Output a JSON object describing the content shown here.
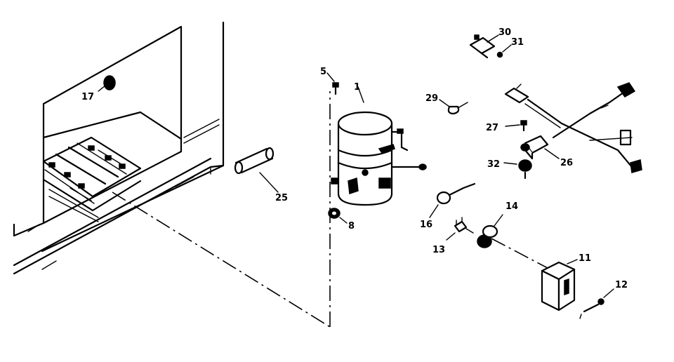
{
  "part_labels": {
    "p1": "1",
    "p5": "5",
    "p8": "8",
    "p11": "11",
    "p12": "12",
    "p13": "13",
    "p14": "14",
    "p16": "16",
    "p17": "17",
    "p25": "25",
    "p26": "26",
    "p27": "27",
    "p29": "29",
    "p30": "30",
    "p31": "31",
    "p32": "32"
  }
}
